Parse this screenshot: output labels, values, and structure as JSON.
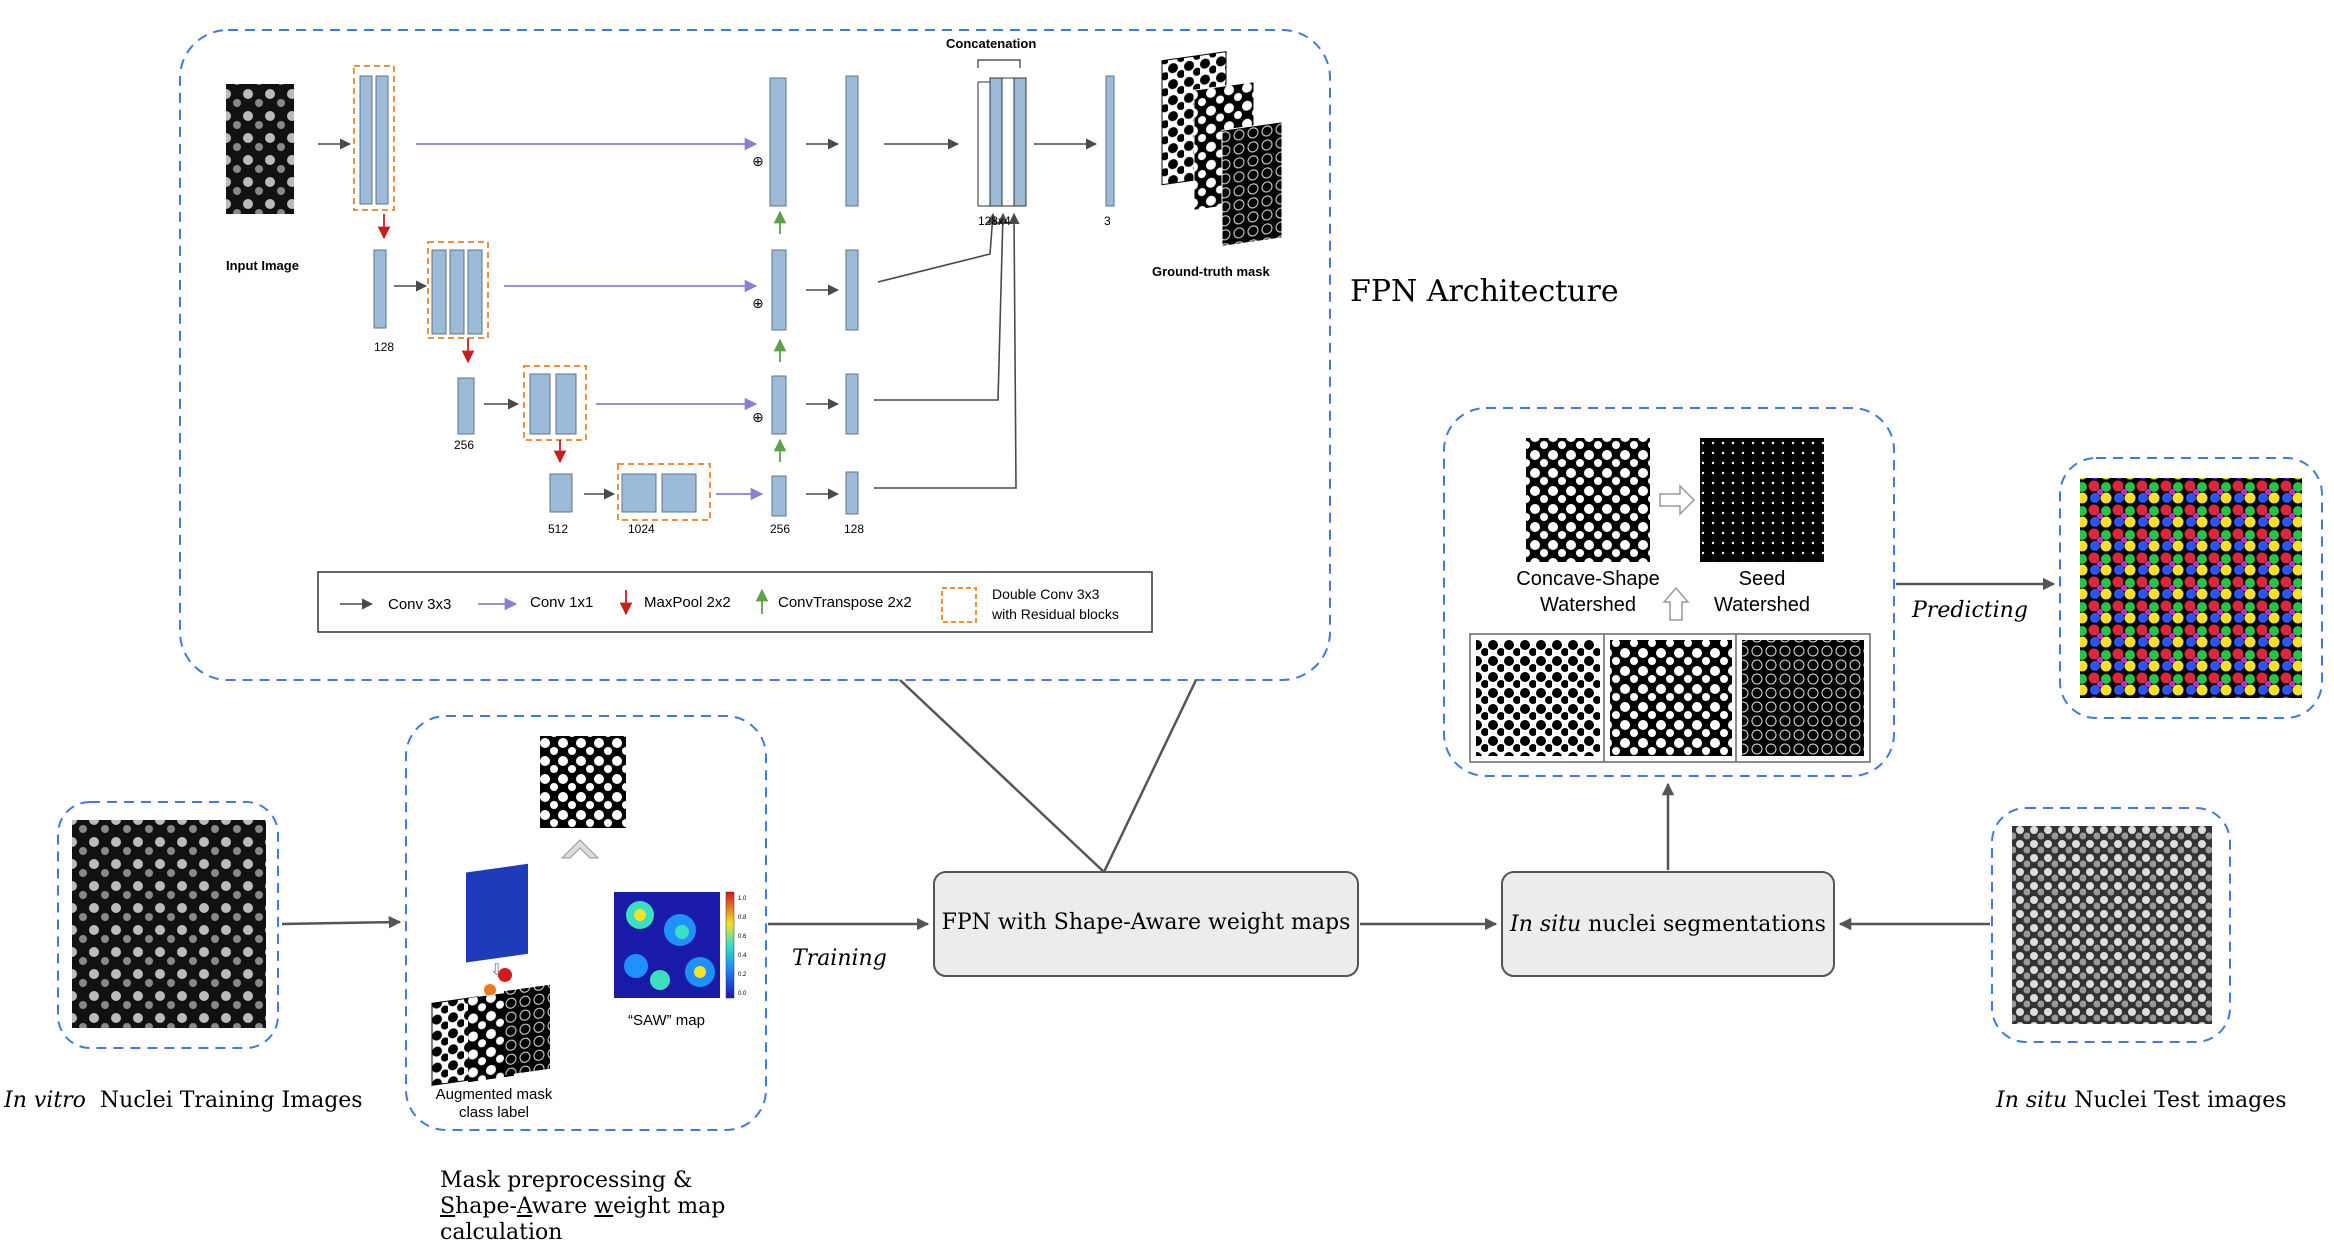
{
  "fpn": {
    "title": "FPN Architecture",
    "input_label": "Input Image",
    "gt_label": "Ground-truth mask",
    "concat_label": "Concatenation",
    "dims": {
      "d128": "128",
      "d256": "256",
      "d512": "512",
      "d1024": "1024",
      "d256b": "256",
      "d128b": "128",
      "d128x4": "128x4",
      "d3": "3"
    },
    "plus": "⊕",
    "legend": {
      "conv3": "Conv 3x3",
      "conv1": "Conv 1x1",
      "maxpool": "MaxPool 2x2",
      "convt": "ConvTranspose 2x2",
      "double1": "Double Conv 3x3",
      "double2": "with Residual blocks"
    }
  },
  "left": {
    "vitro_em": "In vitro",
    "vitro_rest": "Nuclei Training Images",
    "aug1": "Augmented mask",
    "aug2": "class label",
    "saw": "“SAW” map",
    "saw_ticks": [
      "1.0",
      "0.8",
      "0.6",
      "0.4",
      "0.2",
      "0.0"
    ],
    "mask_l1": "Mask preprocessing &",
    "mask_l2_S": "S",
    "mask_l2_a": "hape-",
    "mask_l2_A": "A",
    "mask_l2_b": "ware ",
    "mask_l2_w": "w",
    "mask_l2_c": "eight map",
    "mask_l3": "calculation"
  },
  "center": {
    "fpn_box": "FPN with Shape-Aware weight maps",
    "training": "Training",
    "insitu_em": "In situ",
    "insitu_rest": " nuclei segmentations"
  },
  "right": {
    "concave1": "Concave-Shape",
    "concave2": "Watershed",
    "seed1": "Seed",
    "seed2": "Watershed",
    "predicting": "Predicting",
    "test_em": "In situ",
    "test_rest": " Nuclei Test images"
  },
  "colors": {
    "dash": "#3d7be0",
    "block": "#9bbbd8",
    "orange": "#f0913a",
    "purple": "#8a7fd0",
    "red": "#c81e1e",
    "green": "#5aa34a",
    "gray": "#4a4a4a",
    "node": "#ececec"
  }
}
